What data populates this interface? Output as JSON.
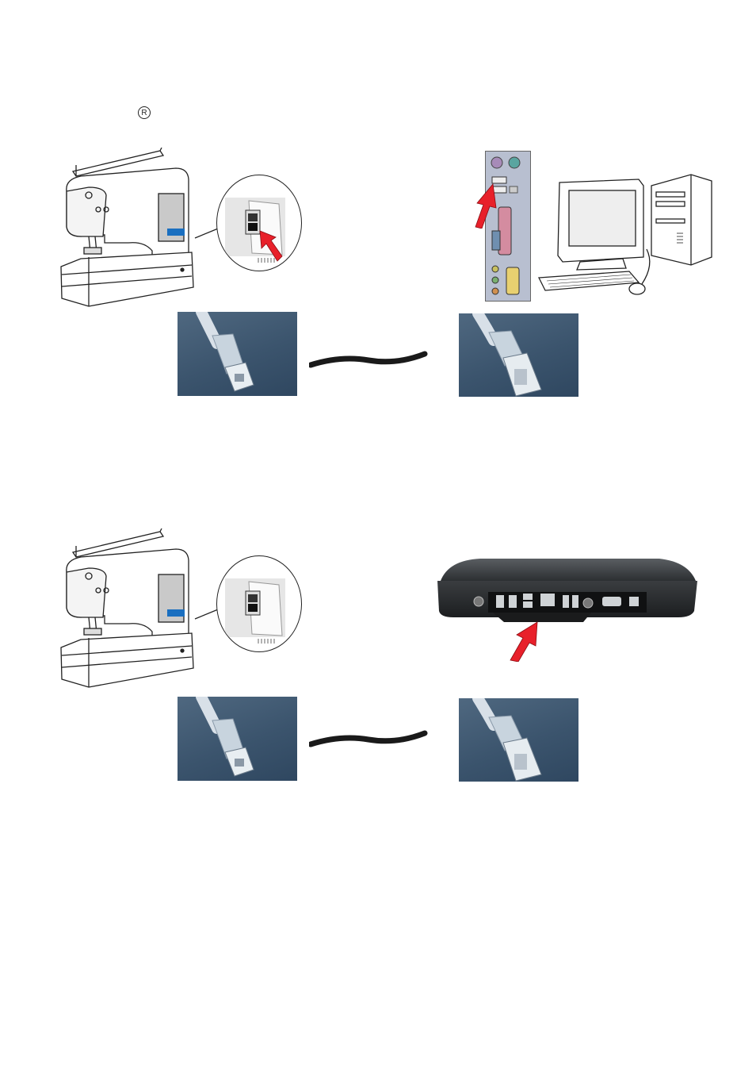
{
  "page": {
    "registered_mark": "R"
  },
  "section_pc": {
    "machine_illustration": "sewing-machine",
    "computer_illustration": "desktop-computer"
  },
  "section_mac": {
    "machine_illustration": "sewing-machine",
    "computer_illustration": "laptop-computer"
  },
  "colors": {
    "arrow": "#e8202a",
    "screen_blue": "#1a6fc0",
    "photo_bg": "#3f5870",
    "cable": "#1a1a1a",
    "panel": "#b8bfd0"
  }
}
